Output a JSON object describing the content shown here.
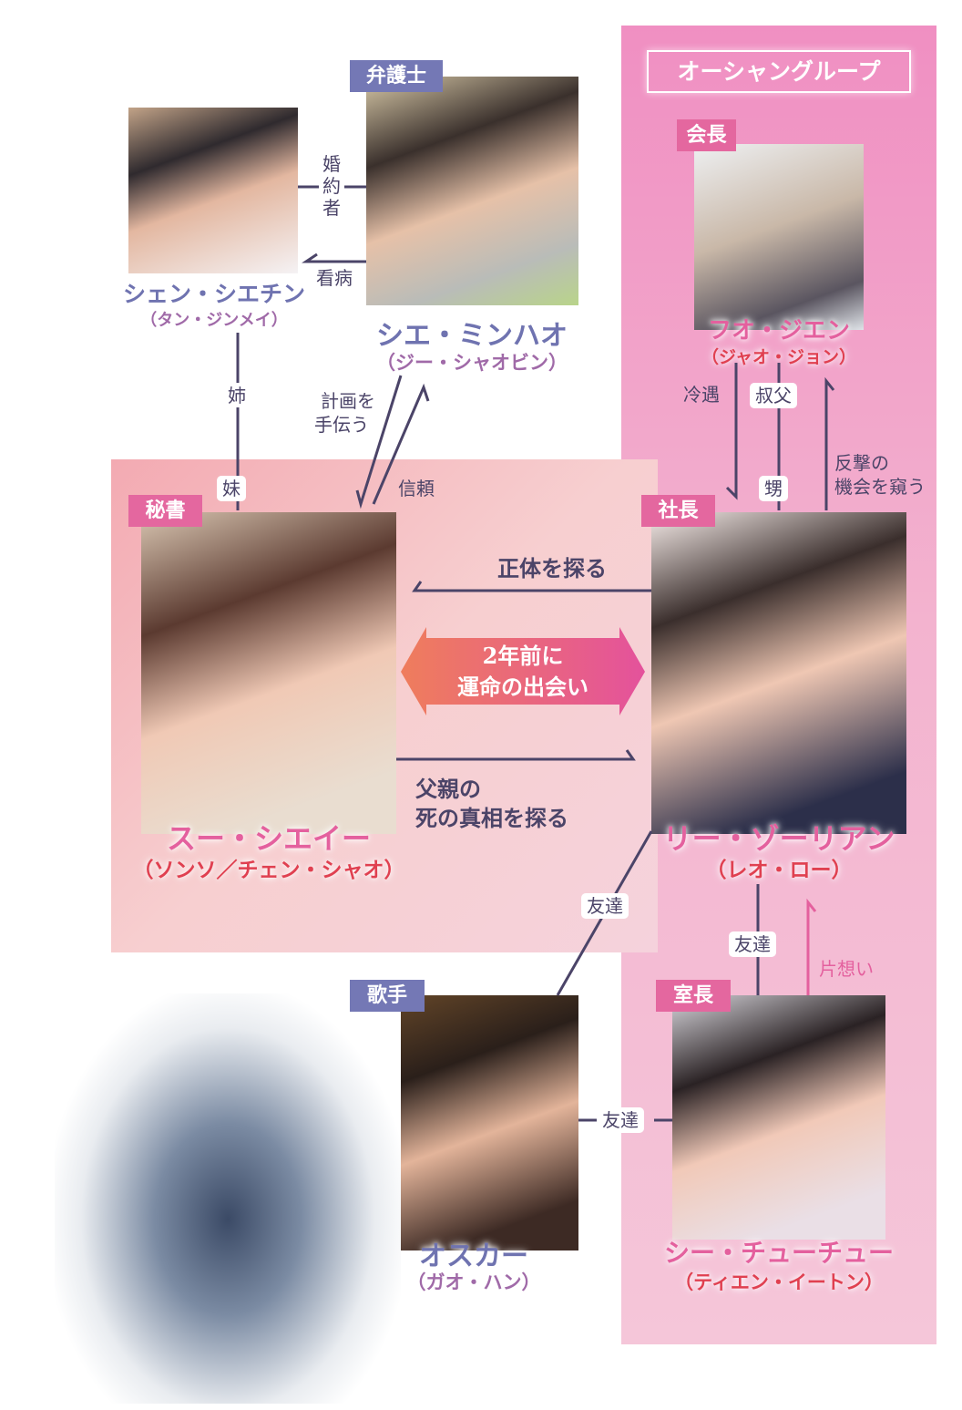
{
  "group": {
    "title": "オーシャングループ"
  },
  "colors": {
    "group_bg": "#f08fc2",
    "role_pink": "#e4679f",
    "role_blue": "#7478b5",
    "line": "#4b4468",
    "name_pink": "#e4609e",
    "name_blue": "#6f73b0",
    "sub_red": "#e04050",
    "sub_purple": "#a06aa8"
  },
  "characters": [
    {
      "role": "会長",
      "name": "フオ・ジエン",
      "actor": "（ジャオ・ジョン）"
    },
    {
      "role": "弁護士",
      "name": "シエ・ミンハオ",
      "actor": "（ジー・シャオビン）"
    },
    {
      "role": "",
      "name": "シェン・シエチン",
      "actor": "（タン・ジンメイ）"
    },
    {
      "role": "秘書",
      "name": "スー・シエイー",
      "actor": "（ソンソ／チェン・シャオ）"
    },
    {
      "role": "社長",
      "name": "リー・ゾーリアン",
      "actor": "（レオ・ロー）"
    },
    {
      "role": "歌手",
      "name": "オスカー",
      "actor": "（ガオ・ハン）"
    },
    {
      "role": "室長",
      "name": "シー・チューチュー",
      "actor": "（ティエン・イートン）"
    }
  ],
  "relations": {
    "fiance": "婚約者",
    "nursing": "看病",
    "elder_sister": "姉",
    "younger_sister": "妹",
    "help_plan_1": "計画を",
    "help_plan_2": "手伝う",
    "trust": "信頼",
    "cold": "冷遇",
    "uncle": "叔父",
    "nephew": "甥",
    "counter_1": "反撃の",
    "counter_2": "機会を窺う",
    "probe_identity": "正体を探る",
    "fate_1": "2年前に",
    "fate_2": "運命の出会い",
    "father_1": "父親の",
    "father_2": "死の真相を探る",
    "friend_a": "友達",
    "friend_b": "友達",
    "friend_c": "友達",
    "crush": "片想い"
  }
}
